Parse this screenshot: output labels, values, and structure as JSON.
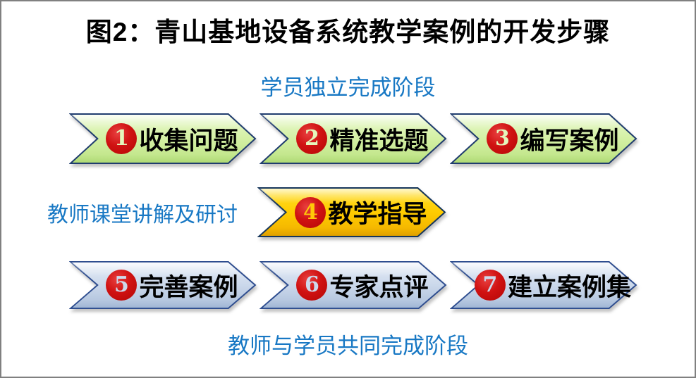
{
  "title": "图2：青山基地设备系统教学案例的开发步骤",
  "stages": {
    "top_label": "学员独立完成阶段",
    "middle_label": "教师课堂讲解及研讨",
    "bottom_label": "教师与学员共同完成阶段"
  },
  "steps": [
    {
      "number": "1",
      "label": "收集问题",
      "scheme": "green"
    },
    {
      "number": "2",
      "label": "精准选题",
      "scheme": "green"
    },
    {
      "number": "3",
      "label": "编写案例",
      "scheme": "green"
    },
    {
      "number": "4",
      "label": "教学指导",
      "scheme": "gold"
    },
    {
      "number": "5",
      "label": "完善案例",
      "scheme": "blue"
    },
    {
      "number": "6",
      "label": "专家点评",
      "scheme": "blue"
    },
    {
      "number": "7",
      "label": "建立案例集",
      "scheme": "blue"
    }
  ],
  "colors": {
    "title_text": "#000000",
    "stage_label_text": "#1878c4",
    "step_text": "#000000",
    "badge_red": "#c00a0a",
    "green_fill": "#d4f0a4",
    "gold_fill": "#ffcc00",
    "blue_fill": "#cbd8eb",
    "green_border": "#1f3c6e",
    "gold_border": "#16365c",
    "blue_border": "#2e4d8f",
    "frame_border": "#808080"
  }
}
